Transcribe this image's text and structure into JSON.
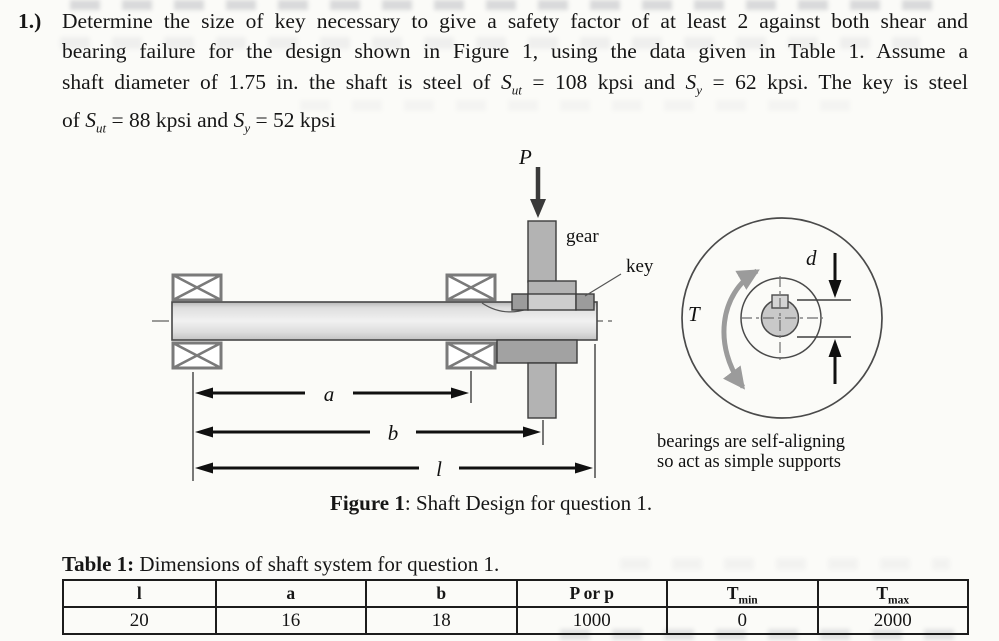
{
  "problem": {
    "number": "1.)",
    "line1": "Determine the size of key necessary to give a safety factor of at least 2 against both shear and",
    "line2": "bearing failure for the design shown in Figure 1, using the data given in Table 1. Assume a",
    "line3a": "shaft diameter of 1.75 in. the shaft is steel of ",
    "S": "S",
    "sub_ut": "ut",
    "line3b": " = 108 kpsi and ",
    "sub_y": "y",
    "line3c": " = 62 kpsi. The key is steel",
    "line4a": "of ",
    "line4b": " = 88 kpsi and ",
    "line4c": " = 52 kpsi"
  },
  "figure": {
    "caption_bold": "Figure 1",
    "caption_rest": ": Shaft Design for question 1.",
    "labels": {
      "force": "P",
      "gear": "gear",
      "key": "key",
      "torque": "T",
      "diameter": "d",
      "dim_a": "a",
      "dim_b": "b",
      "dim_l": "l"
    },
    "note1": "bearings are self-aligning",
    "note2": "so act as simple supports"
  },
  "table": {
    "caption_bold": "Table 1:",
    "caption_rest": " Dimensions of shaft system for question 1.",
    "columns": [
      {
        "main": "l",
        "sub": ""
      },
      {
        "main": "a",
        "sub": ""
      },
      {
        "main": "b",
        "sub": ""
      },
      {
        "main": "P or p",
        "sub": ""
      },
      {
        "main": "T",
        "sub": "min"
      },
      {
        "main": "T",
        "sub": "max"
      }
    ],
    "values": [
      "20",
      "16",
      "18",
      "1000",
      "0",
      "2000"
    ]
  }
}
